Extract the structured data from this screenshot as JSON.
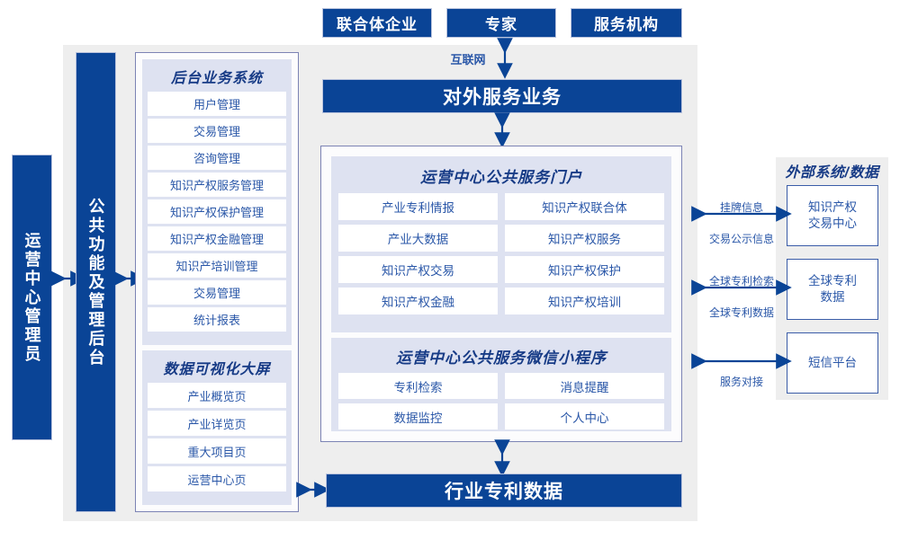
{
  "diagram": {
    "title_top_actors": [
      "联合体企业",
      "专家",
      "服务机构"
    ],
    "internet_label": "互联网",
    "external_service_bar": "对外服务业务",
    "industry_patent_data_bar": "行业专利数据",
    "left_actor_bar": "运营中心管理员",
    "common_function_bar": "公共功能及管理后台",
    "backoffice": {
      "title": "后台业务系统",
      "items": [
        "用户管理",
        "交易管理",
        "咨询管理",
        "知识产权服务管理",
        "知识产权保护管理",
        "知识产权金融管理",
        "知识产培训管理",
        "交易管理",
        "统计报表"
      ]
    },
    "dataviz": {
      "title": "数据可视化大屏",
      "items": [
        "产业概览页",
        "产业详览页",
        "重大项目页",
        "运营中心页"
      ]
    },
    "portal": {
      "title": "运营中心公共服务门户",
      "items": [
        "产业专利情报",
        "知识产权联合体",
        "产业大数据",
        "知识产权服务",
        "知识产权交易",
        "知识产权保护",
        "知识产权金融",
        "知识产权培训"
      ]
    },
    "miniprogram": {
      "title": "运营中心公共服务微信小程序",
      "items": [
        "专利检索",
        "消息提醒",
        "数据监控",
        "个人中心"
      ]
    },
    "external": {
      "title": "外部系统/数据",
      "boxes": [
        "知识产权\n交易中心",
        "全球专利\n数据",
        "短信平台"
      ],
      "connections": [
        {
          "above": "挂牌信息",
          "below": "交易公示信息"
        },
        {
          "above": "全球专利检索",
          "below": "全球专利数据"
        },
        {
          "above": "",
          "below": "服务对接"
        }
      ]
    },
    "colors": {
      "brand_blue": "#0a4496",
      "panel_border": "#7c83b4",
      "lavender": "#dee2f1",
      "gray_bg": "#eeeeee",
      "text_blue": "#2a57a8",
      "title_blue": "#173b86"
    }
  }
}
